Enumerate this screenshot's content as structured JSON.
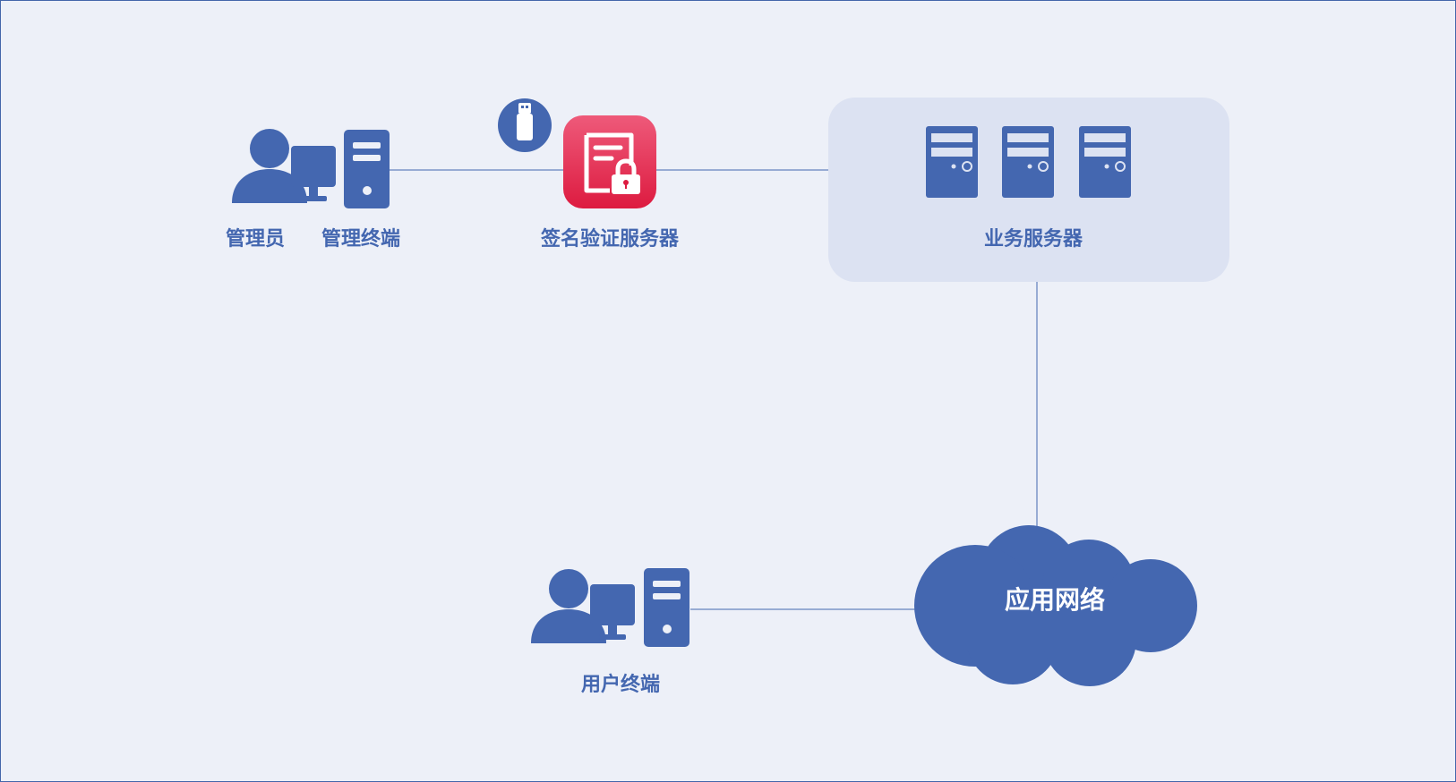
{
  "colors": {
    "background": "#edf0f8",
    "primary_blue": "#4467b0",
    "group_fill": "#dce2f2",
    "red_gradient_top": "#ee5a7a",
    "red_gradient_bottom": "#dd1b40",
    "line": "#4467b0"
  },
  "nodes": {
    "admin": {
      "label": "管理员",
      "icon": "person-icon"
    },
    "admin_terminal": {
      "label": "管理终端",
      "icon": "desktop-computer-icon"
    },
    "usb_key": {
      "icon": "usb-key-icon"
    },
    "sign_server": {
      "label": "签名验证服务器",
      "icon": "document-lock-icon"
    },
    "business_servers": {
      "label": "业务服务器",
      "icon": "server-tower-icon",
      "count": 3
    },
    "app_network": {
      "label": "应用网络",
      "icon": "cloud-icon"
    },
    "user_terminal": {
      "label": "用户终端",
      "icon": "person-desktop-icon"
    }
  },
  "edges": [
    {
      "from": "admin_terminal",
      "to": "sign_server"
    },
    {
      "from": "sign_server",
      "to": "business_servers"
    },
    {
      "from": "business_servers",
      "to": "app_network"
    },
    {
      "from": "user_terminal",
      "to": "app_network"
    }
  ]
}
